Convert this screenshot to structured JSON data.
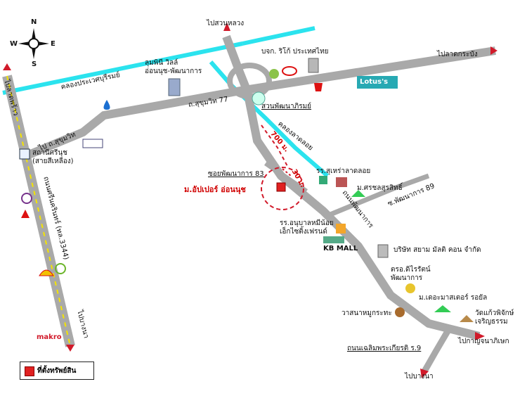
{
  "compass": {
    "n": "N",
    "s": "S",
    "e": "E",
    "w": "W"
  },
  "labels": {
    "to_suan_luang": "ไปสวนหลวง",
    "to_lat_krabang": "ไปลาดกระบัง",
    "to_latphrao": "ไปลาดพร้าว",
    "to_sukhumvit": "ไป ถ.สุขุมวิท",
    "to_bangna_left": "ไปบางนา",
    "to_bangna_bottom": "ไปบางนา",
    "to_kanchanaphisek": "ไปกาญจนาภิเษก",
    "canal_prawet": "คลองประเวศบุรีรมย์",
    "canal_lat_loi": "คลองลาดลอย",
    "lumpini": "ลุมพินี วิลล์\nอ่อนนุช-พัฒนาการ",
    "ricoh": "บจก. ริโก้ ประเทศไทย",
    "lotus": "Lotus's",
    "sukhumvit77": "ถ.สุขุมวิท 77",
    "suan_phatthana": "สวนพัฒนาภิรมย์",
    "station_si_nut": "สถานีศรีนุช\n(สายสีเหลือง)",
    "distance_700": "700 ม.",
    "soi_phatthanakan": "ซอยพัฒนาการ 83",
    "distance_30": "30 ม.",
    "property_name": "ม.อัปเปอร์ อ่อนนุช",
    "school_lat_loi": "รร.สุเหร่าลาดลอย",
    "ban_surasit": "ม.ศรชลสุรสิทธิ์",
    "soi_phatthanakan89": "ซ.พัฒนาการ 89",
    "road_phatthanakan": "ถนนพัฒนาการ",
    "road_srinagarindra": "ถนนศรีนครินทร์ (ทล.3344)",
    "kindergarten": "รร.อนุบาลหมีน้อย\nเอ็กไซติ้งเฟรนด์",
    "kb_mall": "KB MALL",
    "company_siam": "บริษัท สยาม มัลติ คอน จำกัด",
    "school_phatthanakan": "ตรอ.ดิไรรัตน์\nพัฒนาการ",
    "master_royal": "ม.เดอะมาสเตอร์ รอยัล",
    "bakery": "วาสนาหมูกระทะ",
    "temple": "วัดแก้วพิจักษ์\nเจริญธรรม",
    "road_chaloem": "ถนนเฉลิมพระเกียรติ ร.9",
    "makro": "makro"
  },
  "legend": {
    "text": "ที่ตั้งทรัพย์สิน"
  },
  "colors": {
    "road": "#a9a9a9",
    "canal": "#28e3ec",
    "arrow": "#d11a2a",
    "accent": "#e02020"
  }
}
